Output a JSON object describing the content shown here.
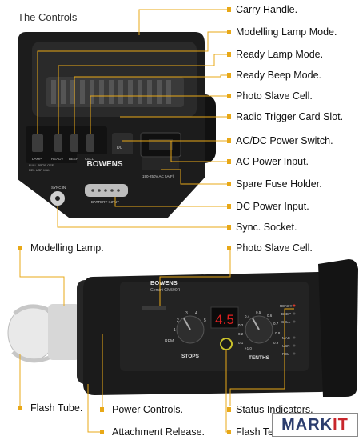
{
  "heading": "The Controls",
  "brand": {
    "logo": "BOWENS",
    "model": "Gemini GM500R",
    "watermark": "MARKIT"
  },
  "colors": {
    "leader_line": "#e8a817",
    "body_dark": "#1a1a1a",
    "display_digits": "#e02020"
  },
  "top_callouts": [
    "Carry Handle.",
    "Modelling Lamp Mode.",
    "Ready Lamp Mode.",
    "Ready Beep Mode.",
    "Photo Slave Cell.",
    "Radio Trigger Card Slot.",
    "AC/DC Power Switch.",
    "AC Power Input.",
    "Spare Fuse Holder.",
    "DC Power Input.",
    "Sync. Socket."
  ],
  "bottom_callouts": {
    "modelling_lamp": "Modelling Lamp.",
    "photo_slave_cell": "Photo Slave Cell.",
    "flash_tube": "Flash Tube.",
    "power_controls": "Power Controls.",
    "status_indicators": "Status Indicators.",
    "attachment_release": "Attachment Release.",
    "flash_test_button": "Flash Test Button."
  },
  "back_panel": {
    "switch_labels": [
      "LAMP",
      "READY",
      "BEEP",
      "CELL"
    ],
    "lamp_modes": "FULL PROP OFF",
    "mode_row": "REL USR MAX",
    "dc_label": "DC",
    "ac_label": "190-250V AC 5A(F)",
    "battery_label": "BATTERY INPUT",
    "sync_label": "SYNC IN"
  },
  "side_panel": {
    "display": "4.5",
    "stops_label": "STOPS",
    "tenths_label": "TENTHS",
    "rem_label": "REM",
    "stops_ticks": [
      "1",
      "2",
      "3",
      "4",
      "5"
    ],
    "tenths_ticks": [
      "0.1",
      "0.2",
      "0.3",
      "0.4",
      "0.5",
      "0.6",
      "0.7",
      "0.8",
      "0.9",
      "+1.0"
    ],
    "status_labels": [
      "READY",
      "BEEP",
      "CELL",
      "MAX",
      "USR",
      "REL"
    ]
  }
}
